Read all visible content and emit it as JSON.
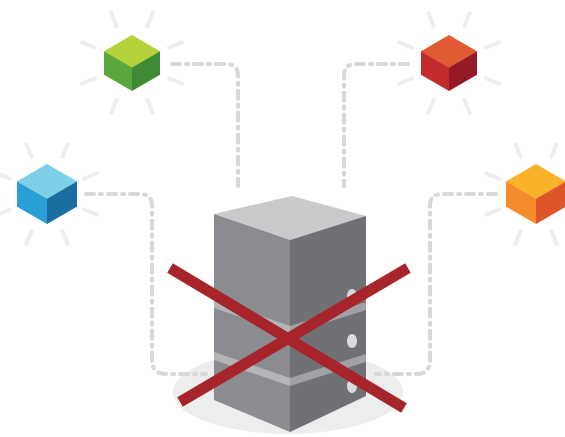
{
  "diagram": {
    "colors": {
      "background": "#ffffff",
      "connector": "#d7d8d9",
      "ray": "#eeeeee",
      "shadow": "#ededed",
      "cross": "#a8242b",
      "server_top": "#c9cacc",
      "server_left": "#8a8c8f",
      "server_right": "#6f7174",
      "server_band_left": "#b3b5b7",
      "server_band_right": "#a0a2a5",
      "server_dot": "#d9dadc"
    },
    "nodes": [
      {
        "name": "green-cube",
        "top": "#b6d23a",
        "left": "#5aa83b",
        "right": "#3f8a34"
      },
      {
        "name": "red-cube",
        "top": "#e05a32",
        "left": "#c32a2c",
        "right": "#951a28"
      },
      {
        "name": "blue-cube",
        "top": "#7dd0e6",
        "left": "#2a9fd6",
        "right": "#1a6fa0"
      },
      {
        "name": "orange-cube",
        "top": "#fbb22b",
        "left": "#f58b2a",
        "right": "#e0542a"
      }
    ],
    "server_status": "offline-crossed-out",
    "server_slots": 3
  }
}
